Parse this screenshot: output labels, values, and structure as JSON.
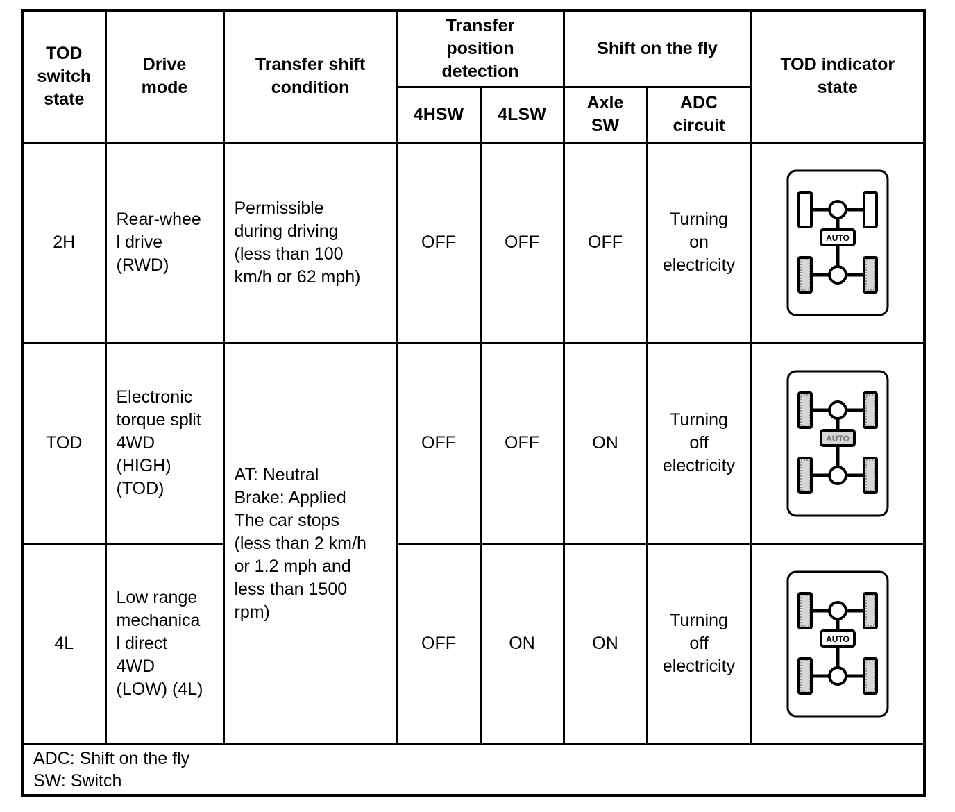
{
  "headers": {
    "tod_switch_state": [
      "TOD",
      "switch",
      "state"
    ],
    "drive_mode": [
      "Drive",
      "mode"
    ],
    "transfer_shift_condition": [
      "Transfer shift",
      "condition"
    ],
    "transfer_position_detection": [
      "Transfer",
      "position",
      "detection"
    ],
    "shift_on_the_fly": [
      "Shift on the fly"
    ],
    "tod_indicator_state": [
      "TOD indicator",
      "state"
    ],
    "sub_4hsw": [
      "4HSW"
    ],
    "sub_4lsw": [
      "4LSW"
    ],
    "sub_axle_sw": [
      "Axle",
      "SW"
    ],
    "sub_adc_circuit": [
      "ADC",
      "circuit"
    ]
  },
  "rows": [
    {
      "switch_state": "2H",
      "drive_mode": [
        "Rear-whee",
        "l drive",
        "(RWD)"
      ],
      "transfer_condition": [
        "Permissible",
        "during driving",
        "(less than 100",
        "km/h or 62 mph)"
      ],
      "hsw_4": "OFF",
      "lsw_4": "OFF",
      "axle_sw": "OFF",
      "adc_circuit": [
        "Turning",
        "on",
        "electricity"
      ],
      "indicator": {
        "front_wheels": "outline",
        "rear_wheels": "lit",
        "auto_label": "AUTO",
        "auto_lit": true
      }
    },
    {
      "switch_state": "TOD",
      "drive_mode": [
        "Electronic",
        "torque split",
        "4WD",
        "(HIGH)",
        "(TOD)"
      ],
      "hsw_4": "OFF",
      "lsw_4": "OFF",
      "axle_sw": "ON",
      "adc_circuit": [
        "Turning",
        "off",
        "electricity"
      ],
      "indicator": {
        "front_wheels": "lit",
        "rear_wheels": "lit",
        "auto_label": "AUTO",
        "auto_lit": false
      }
    },
    {
      "switch_state": "4L",
      "drive_mode": [
        "Low range",
        "mechanica",
        "l direct",
        "4WD",
        "(LOW) (4L)"
      ],
      "hsw_4": "OFF",
      "lsw_4": "ON",
      "axle_sw": "ON",
      "adc_circuit": [
        "Turning",
        "off",
        "electricity"
      ],
      "indicator": {
        "front_wheels": "lit",
        "rear_wheels": "lit",
        "auto_label": "AUTO",
        "auto_lit": true
      }
    }
  ],
  "shared_transfer_condition": [
    "AT: Neutral",
    "Brake: Applied",
    "The car stops",
    "(less than 2 km/h",
    "or 1.2 mph and",
    "less than 1500",
    "rpm)"
  ],
  "notes": [
    "ADC: Shift on the fly",
    "SW: Switch"
  ],
  "colors": {
    "line": "#000000",
    "background": "#ffffff",
    "wheel_lit_fill": "#d6d6d6"
  }
}
